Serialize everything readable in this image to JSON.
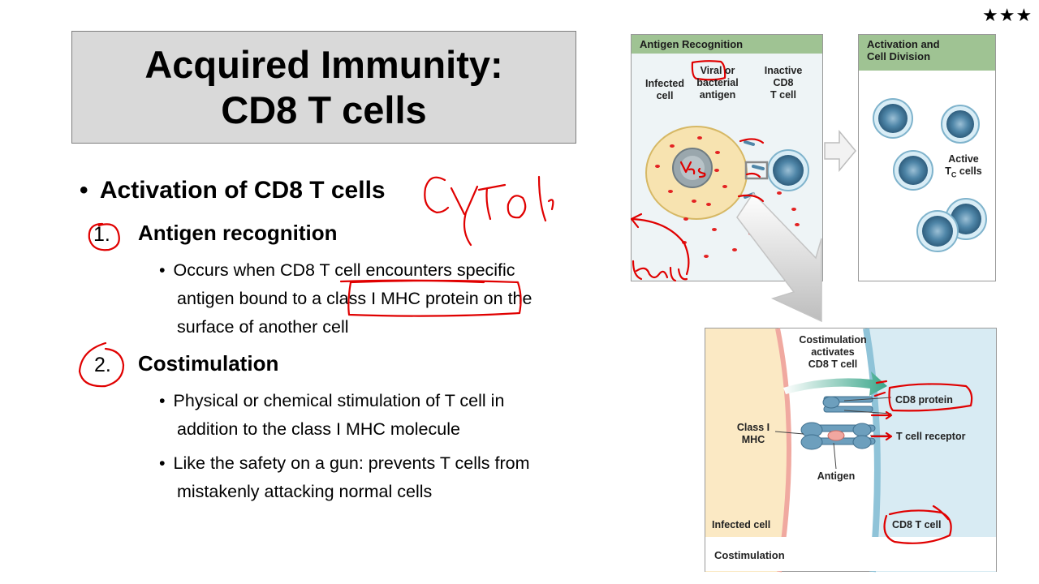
{
  "stars": "★★★",
  "slide": {
    "title_line1": "Acquired Immunity:",
    "title_line2": "CD8 T cells",
    "bullet_main": "Activation of CD8 T cells",
    "step1_number": "1.",
    "step1_title": "Antigen recognition",
    "step1_line1": "Occurs when CD8 T cell encounters specific",
    "step1_line2a": "antigen bound to a ",
    "step1_line2b": "class I MHC protein",
    "step1_line2c": " on the",
    "step1_line3": "surface of another cell",
    "step2_number": "2.",
    "step2_title": "Costimulation",
    "step2_line1": "Physical or chemical stimulation of T cell in",
    "step2_line2": "addition to the class I MHC molecule",
    "step2_line3": "Like the safety on a gun: prevents T cells from",
    "step2_line4": "mistakenly attacking normal cells"
  },
  "figure": {
    "panel1_header": "Antigen Recognition",
    "infected_cell_label": "Infected\ncell",
    "viral_label_a": "Viral",
    "viral_label_b": " or\nbacterial\nantigen",
    "inactive_label": "Inactive\nCD8\nT cell",
    "panel2_header": "Activation and\nCell Division",
    "active_label_a": "Active",
    "active_label_b": "T",
    "active_label_sub": "C",
    "active_label_c": " cells",
    "costim_activates_label": "Costimulation\nactivates\nCD8 T cell",
    "cd8_protein_label": "CD8 protein",
    "classI_label": "Class I\nMHC",
    "tcr_label": "T cell receptor",
    "antigen_label": "Antigen",
    "infected_cell_bottom_label": "Infected cell",
    "cd8_tcell_label": "CD8 T cell",
    "panel3_footer": "Costimulation"
  },
  "annotations": {
    "handwriting_cytol": "Cytol",
    "handwriting_death": "death"
  },
  "colors": {
    "title_bg": "#d9d9d9",
    "panel_header_green": "#9fc393",
    "ink_red": "#e00000",
    "infected_cell_fill": "#f7e3b0",
    "tcell_fill": "#4f86a8"
  }
}
